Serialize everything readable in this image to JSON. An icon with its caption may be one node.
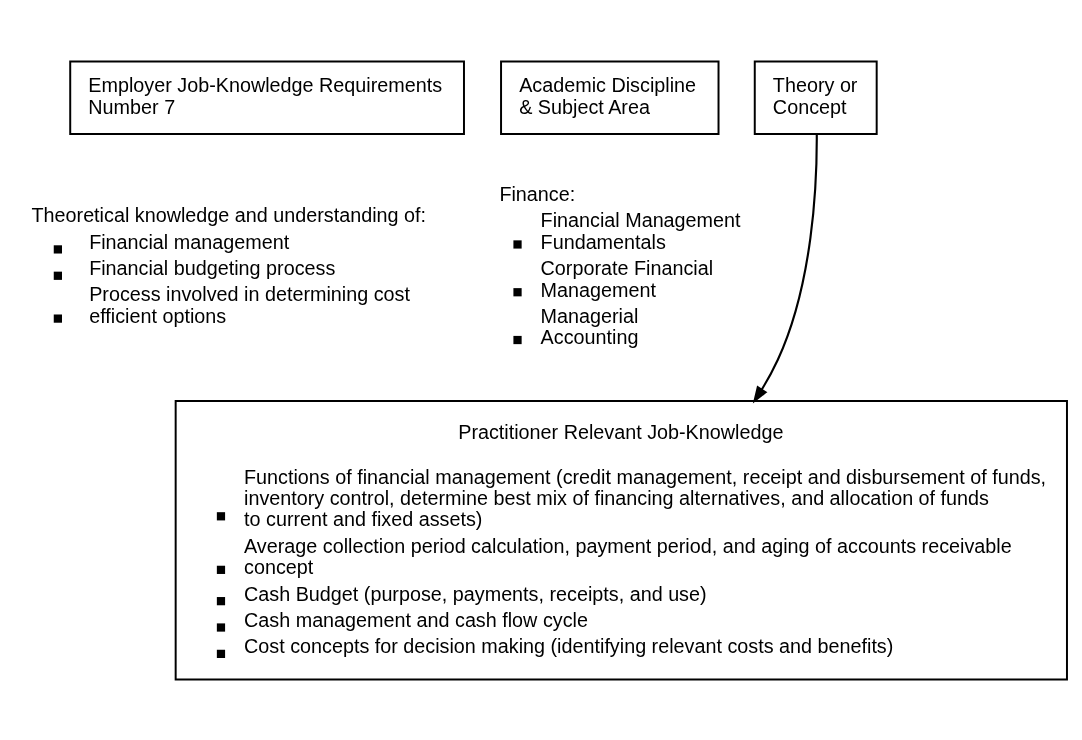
{
  "diagram": {
    "nodes": [
      {
        "text": [
          "Employer Job-Knowledge Requirements Number 7"
        ],
        "beside": [
          "Theoretical knowledge and understanding of:",
          "Financial management",
          "Financial budgeting process",
          "Process involved in determining cost efficient options"
        ]
      },
      {
        "text": [
          "Academic Discipline & Subject Area"
        ],
        "beside": [
          "Finance:",
          "Financial Management Fundamentals",
          "Corporate Financial Management",
          "Managerial Accounting"
        ]
      },
      {
        "text": [
          "Theory or Concept"
        ]
      },
      {
        "text": [
          "Practitioner Relevant Job-Knowledge",
          "Functions of financial management (credit management, receipt and disbursement of funds, inventory control, determine best mix of financing alternatives, and allocation of funds to current and fixed assets)",
          "Average collection period calculation, payment period, and aging of accounts receivable concept",
          "Cash Budget (purpose, payments, receipts, and use)",
          "Cash management and cash flow cycle",
          "Cost concepts for decision making (identifying relevant costs and benefits)"
        ]
      }
    ],
    "edges": [
      {
        "from": 2,
        "to": 3,
        "arrow": "to"
      }
    ]
  }
}
